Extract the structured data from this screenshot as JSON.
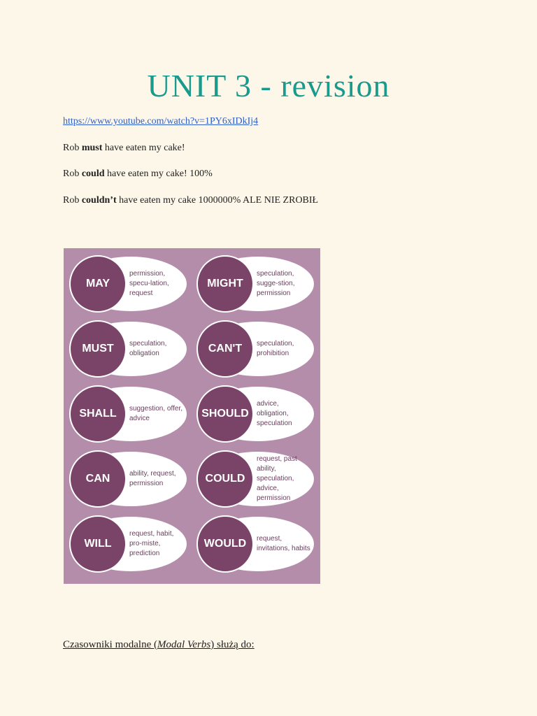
{
  "title": "UNIT 3 - revision",
  "link": "https://www.youtube.com/watch?v=1PY6xIDkIj4",
  "sentences": [
    {
      "pre": "Rob ",
      "bold": "must",
      "post": " have eaten my cake!"
    },
    {
      "pre": "Rob ",
      "bold": "could",
      "post": " have eaten my cake! 100%"
    },
    {
      "pre": "Rob ",
      "bold": "couldn’t",
      "post": " have eaten my cake 1000000% ALE NIE ZROBIŁ"
    }
  ],
  "modals": [
    {
      "verb": "MAY",
      "uses": "permission, specu-lation, request"
    },
    {
      "verb": "MIGHT",
      "uses": "speculation, sugge-stion, permission"
    },
    {
      "verb": "MUST",
      "uses": "speculation, obligation"
    },
    {
      "verb": "CAN'T",
      "uses": "speculation, prohibition"
    },
    {
      "verb": "SHALL",
      "uses": "suggestion, offer, advice"
    },
    {
      "verb": "SHOULD",
      "uses": "advice, obligation, speculation"
    },
    {
      "verb": "CAN",
      "uses": "ability, request, permission"
    },
    {
      "verb": "COULD",
      "uses": "request, past ability, speculation, advice, permission"
    },
    {
      "verb": "WILL",
      "uses": "request, habit, pro-miste, prediction"
    },
    {
      "verb": "WOULD",
      "uses": "request, invitations, habits"
    }
  ],
  "footer": {
    "pre": "Czasowniki modalne (",
    "italic": "Modal Verbs",
    "post": ") służą do:"
  },
  "colors": {
    "title": "#1a9a8c",
    "card_bg": "#b48dab",
    "circle": "#7a4468",
    "page_bg": "#fdf7ea"
  }
}
